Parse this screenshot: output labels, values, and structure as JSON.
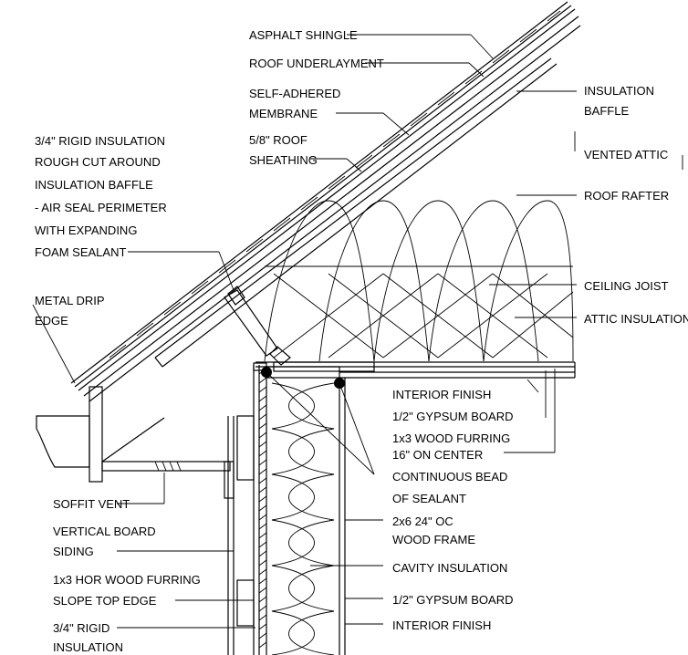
{
  "labels": {
    "asphalt_shingle": "ASPHALT SHINGLE",
    "roof_underlayment": "ROOF UNDERLAYMENT",
    "self_adhered_1": "SELF-ADHERED",
    "self_adhered_2": "MEMBRANE",
    "sheathing_1": "5/8\" ROOF",
    "sheathing_2": "SHEATHING",
    "insulation_baffle_1": "INSULATION",
    "insulation_baffle_2": "BAFFLE",
    "vented_attic": "VENTED ATTIC",
    "roof_rafter": "ROOF RAFTER",
    "ceiling_joist": "CEILING JOIST",
    "attic_insulation": "ATTIC INSULATION",
    "rigid_cut_1": "3/4\" RIGID INSULATION",
    "rigid_cut_2": "ROUGH CUT AROUND",
    "rigid_cut_3": "INSULATION BAFFLE",
    "rigid_cut_4": "- AIR SEAL PERIMETER",
    "rigid_cut_5": "WITH EXPANDING",
    "rigid_cut_6": "FOAM SEALANT",
    "drip_edge_1": "METAL DRIP",
    "drip_edge_2": "EDGE",
    "interior_finish_top": "INTERIOR FINISH",
    "gypsum_top": "1/2\" GYPSUM BOARD",
    "furring_1": "1x3 WOOD FURRING",
    "furring_2": "16\" ON CENTER",
    "bead_1": "CONTINUOUS BEAD",
    "bead_2": "OF SEALANT",
    "frame_1": "2x6 24\" OC",
    "frame_2": "WOOD FRAME",
    "cavity_insulation": "CAVITY INSULATION",
    "gypsum_bottom": "1/2\" GYPSUM BOARD",
    "interior_finish_bottom": "INTERIOR FINISH",
    "soffit_vent": "SOFFIT VENT",
    "siding_1": "VERTICAL BOARD",
    "siding_2": "SIDING",
    "hor_furring_1": "1x3 HOR WOOD FURRING",
    "hor_furring_2": "SLOPE TOP EDGE",
    "rigid_bottom_1": "3/4\" RIGID",
    "rigid_bottom_2": "INSULATION"
  }
}
